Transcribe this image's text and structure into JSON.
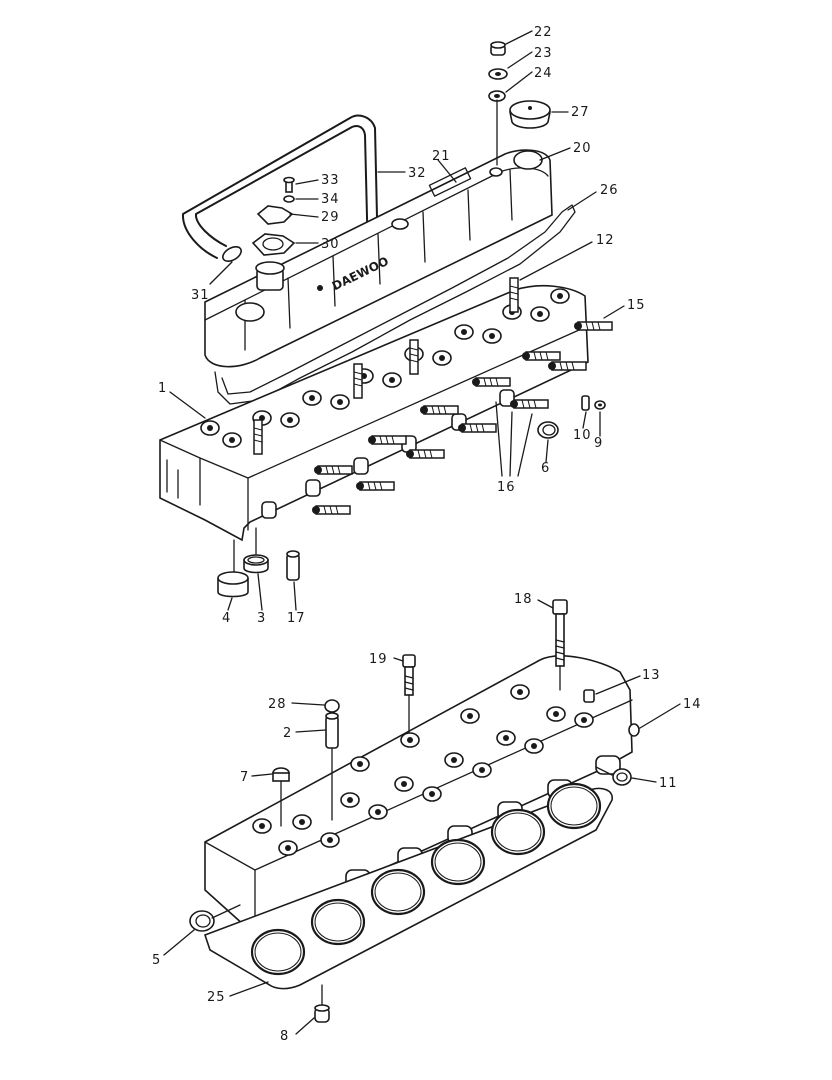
{
  "brand_text": "DAEWOO",
  "callouts": [
    {
      "id": "c22",
      "num": "22"
    },
    {
      "id": "c23",
      "num": "23"
    },
    {
      "id": "c24",
      "num": "24"
    },
    {
      "id": "c27",
      "num": "27"
    },
    {
      "id": "c20",
      "num": "20"
    },
    {
      "id": "c21",
      "num": "21"
    },
    {
      "id": "c32",
      "num": "32"
    },
    {
      "id": "c33",
      "num": "33"
    },
    {
      "id": "c34",
      "num": "34"
    },
    {
      "id": "c29",
      "num": "29"
    },
    {
      "id": "c30",
      "num": "30"
    },
    {
      "id": "c31",
      "num": "31"
    },
    {
      "id": "c26",
      "num": "26"
    },
    {
      "id": "c12",
      "num": "12"
    },
    {
      "id": "c15",
      "num": "15"
    },
    {
      "id": "c1",
      "num": "1"
    },
    {
      "id": "c10",
      "num": "10"
    },
    {
      "id": "c9",
      "num": "9"
    },
    {
      "id": "c6",
      "num": "6"
    },
    {
      "id": "c16",
      "num": "16"
    },
    {
      "id": "c4",
      "num": "4"
    },
    {
      "id": "c3",
      "num": "3"
    },
    {
      "id": "c17",
      "num": "17"
    },
    {
      "id": "c18",
      "num": "18"
    },
    {
      "id": "c19",
      "num": "19"
    },
    {
      "id": "c13",
      "num": "13"
    },
    {
      "id": "c14",
      "num": "14"
    },
    {
      "id": "c28",
      "num": "28"
    },
    {
      "id": "c2",
      "num": "2"
    },
    {
      "id": "c7",
      "num": "7"
    },
    {
      "id": "c11",
      "num": "11"
    },
    {
      "id": "c5",
      "num": "5"
    },
    {
      "id": "c25",
      "num": "25"
    },
    {
      "id": "c8",
      "num": "8"
    }
  ]
}
